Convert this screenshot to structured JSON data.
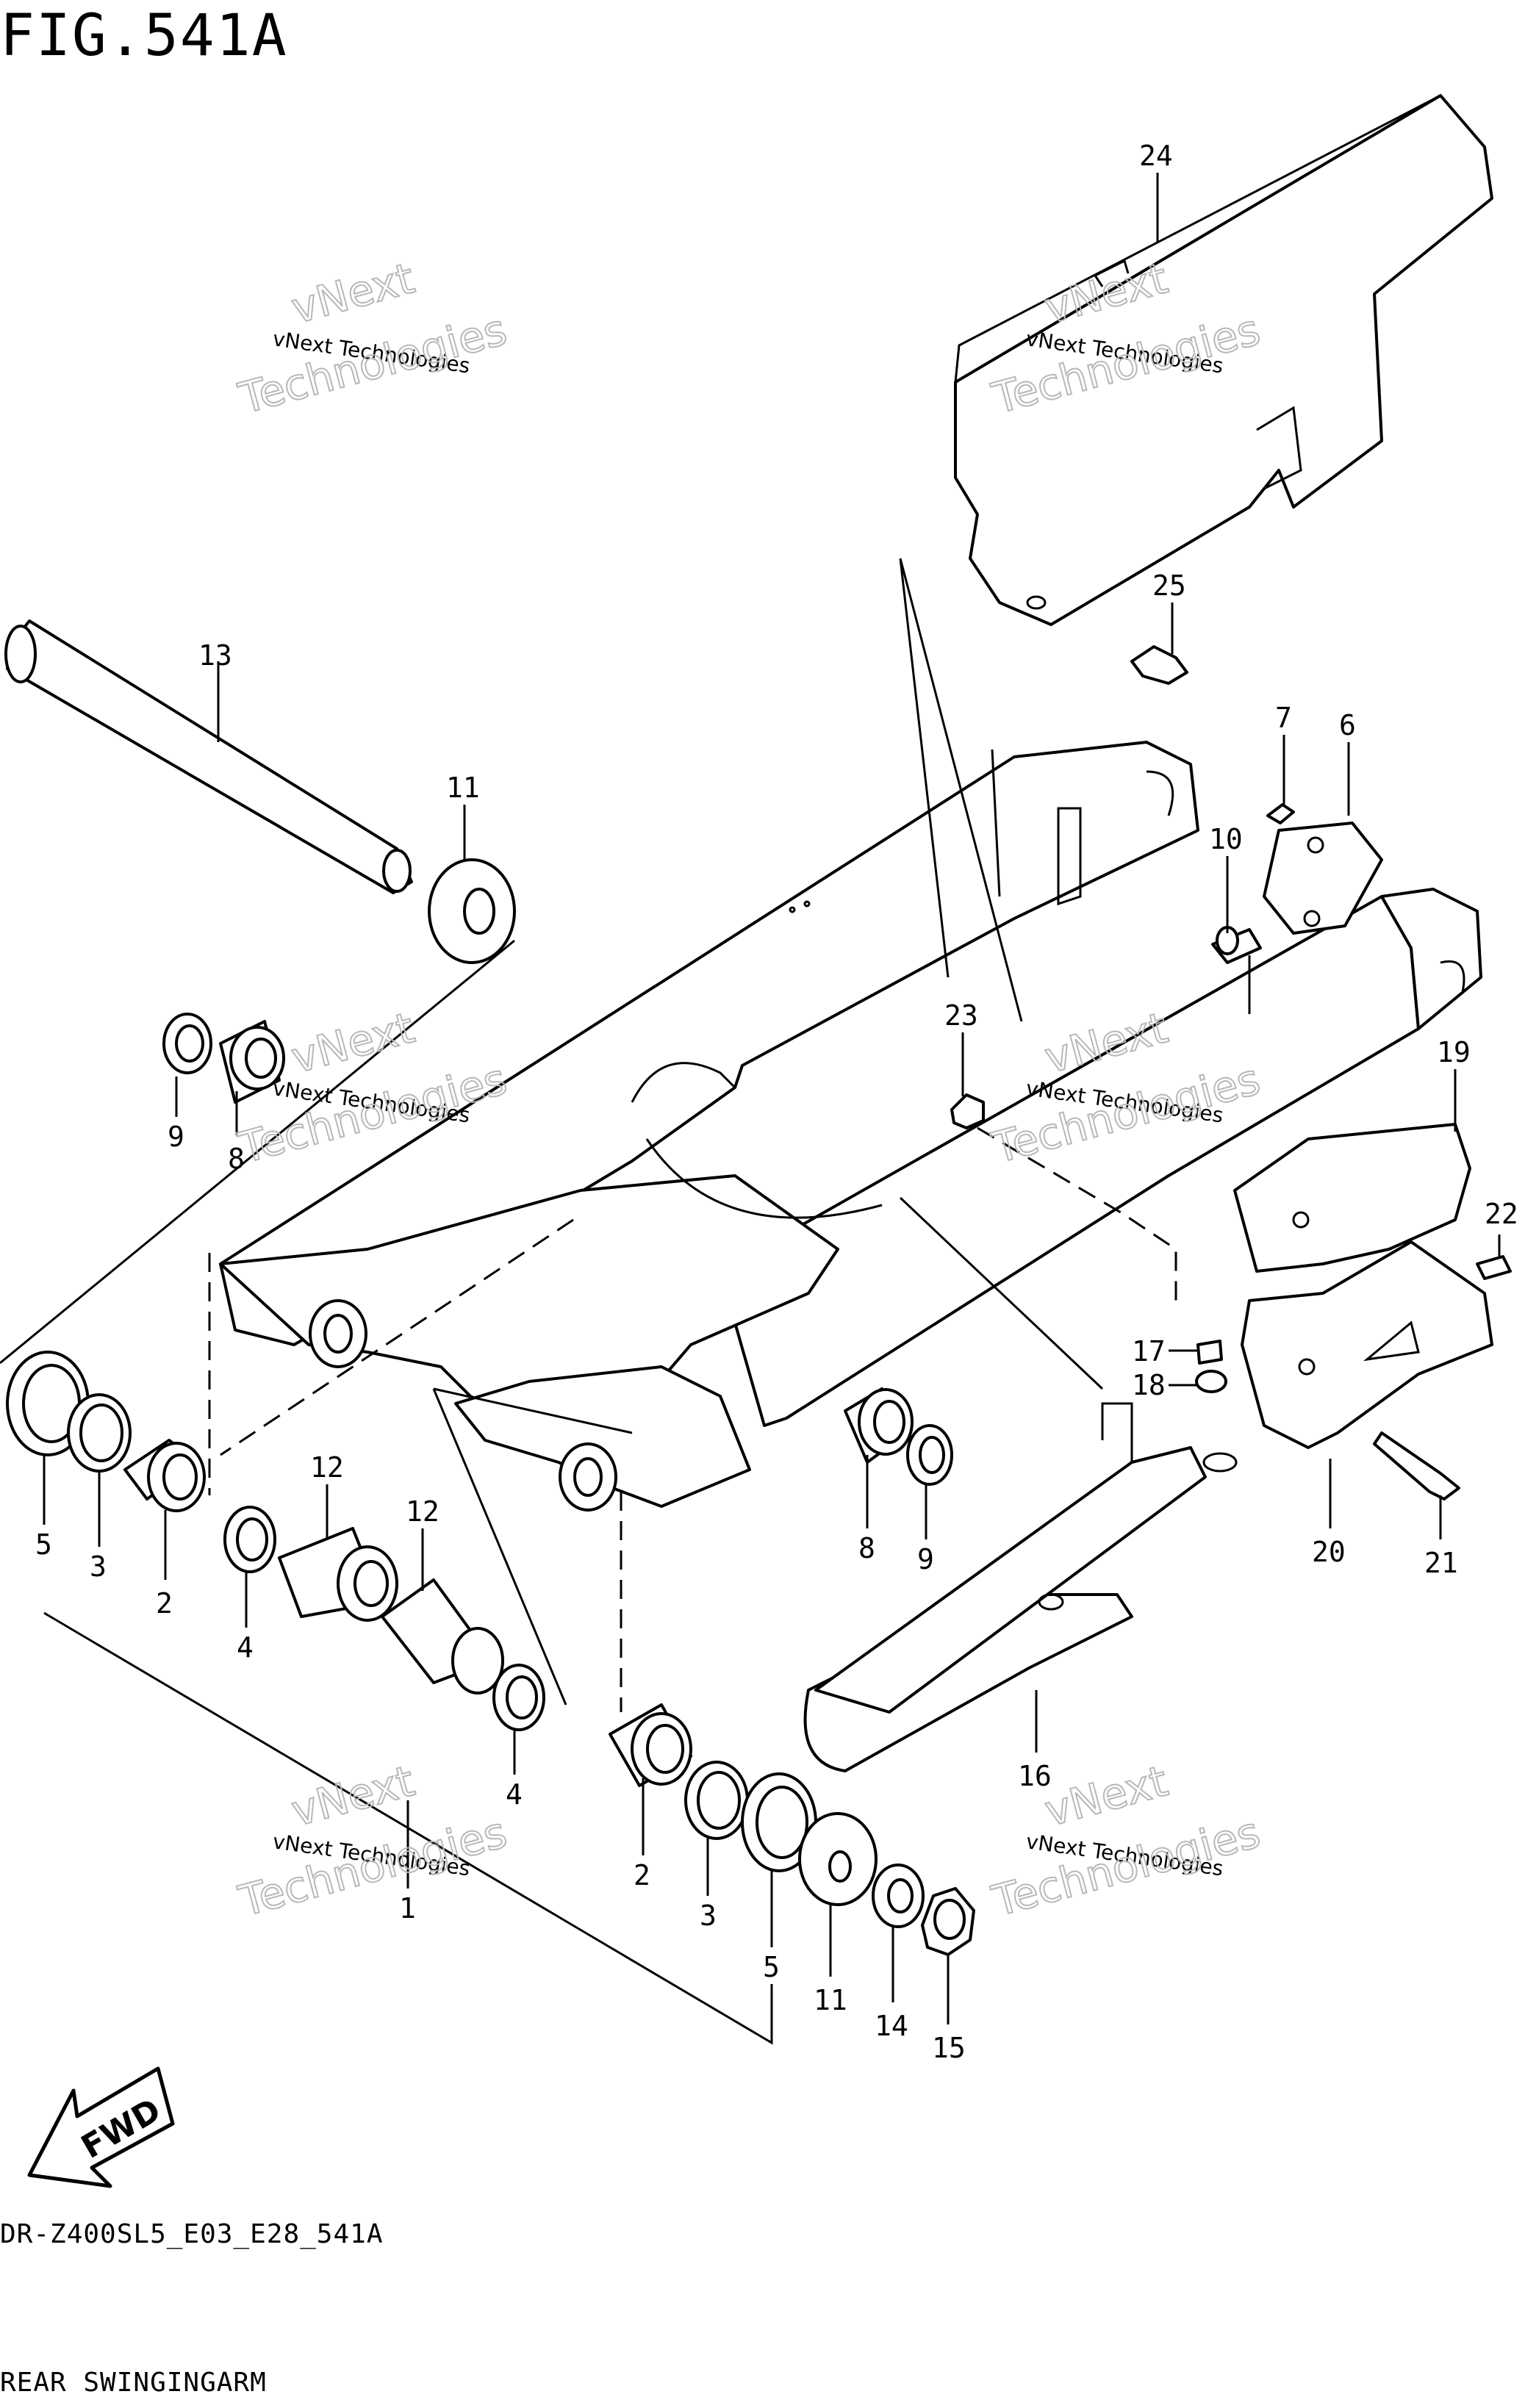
{
  "figure": {
    "title": "FIG.541A",
    "model_code": "DR-Z400SL5_E03_E28_541A",
    "name": "REAR SWINGINGARM",
    "direction_label": "FWD"
  },
  "watermark": {
    "small_text": "vNext Technologies",
    "big_line1": "vNext",
    "big_line2": "Technologies"
  },
  "callouts": {
    "c1": "1",
    "c2a": "2",
    "c2b": "2",
    "c3a": "3",
    "c3b": "3",
    "c4a": "4",
    "c4b": "4",
    "c5a": "5",
    "c5b": "5",
    "c6": "6",
    "c7": "7",
    "c8a": "8",
    "c8b": "8",
    "c9a": "9",
    "c9b": "9",
    "c10": "10",
    "c11a": "11",
    "c11b": "11",
    "c12a": "12",
    "c12b": "12",
    "c13": "13",
    "c14": "14",
    "c15": "15",
    "c16": "16",
    "c17": "17",
    "c18": "18",
    "c19": "19",
    "c20": "20",
    "c21": "21",
    "c22": "22",
    "c23": "23",
    "c24": "24",
    "c25": "25"
  },
  "colors": {
    "ink": "#000000",
    "paper": "#ffffff",
    "watermark": "#b8b8b8"
  }
}
